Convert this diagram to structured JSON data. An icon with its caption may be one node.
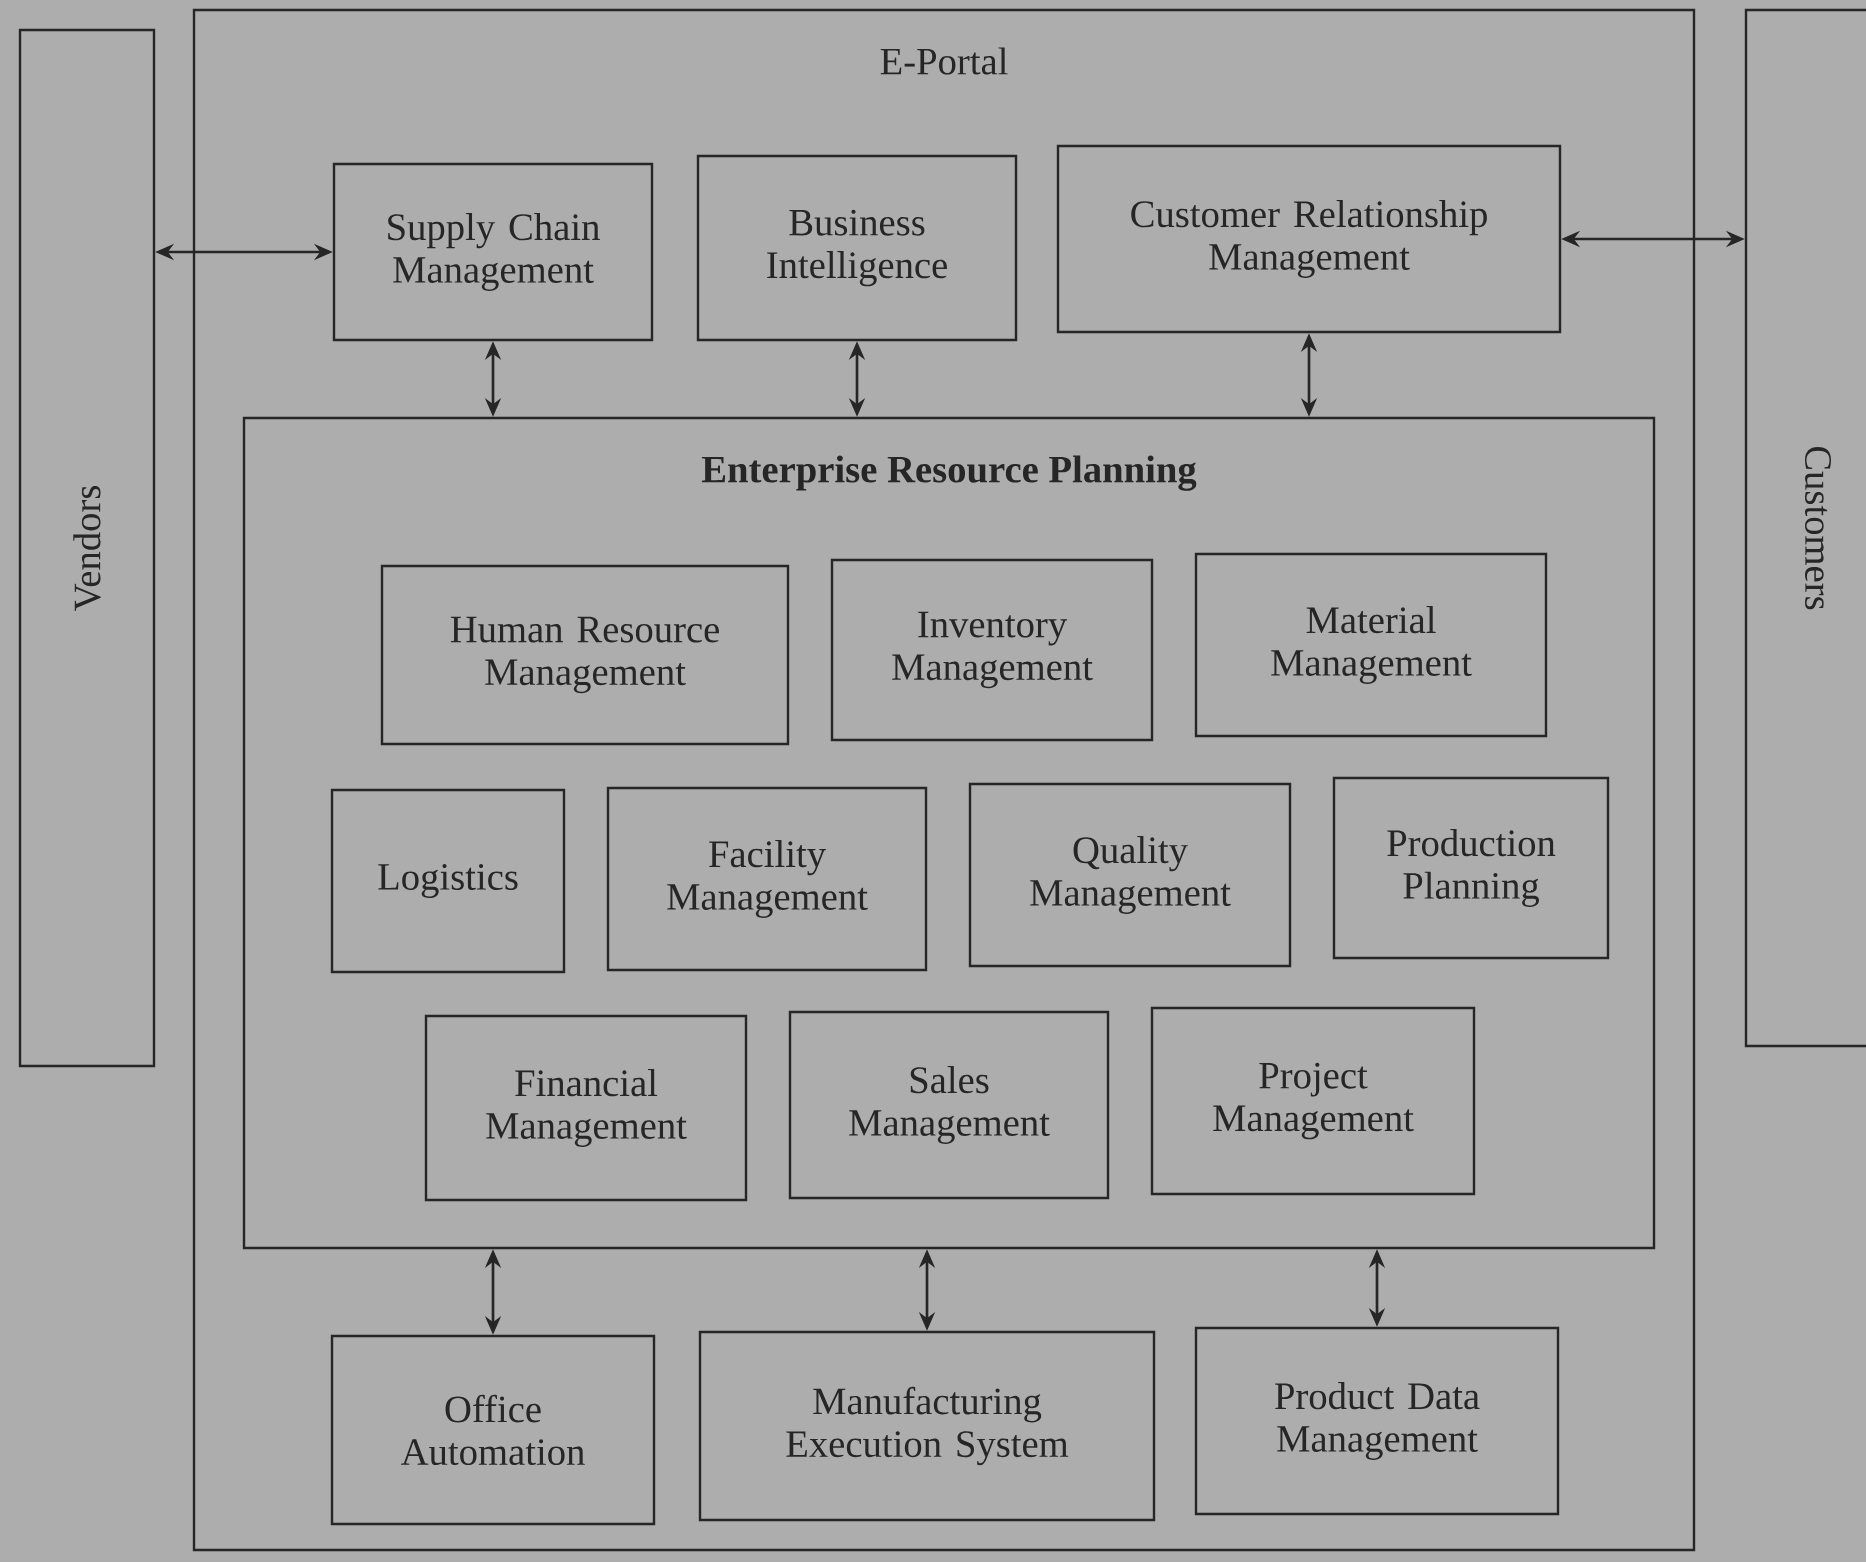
{
  "diagram": {
    "nodes": [
      {
        "text": [
          "Vendors"
        ]
      },
      {
        "text": [
          "E-Portal"
        ]
      },
      {
        "text": [
          "Supply Chain Management"
        ],
        "in": 1
      },
      {
        "text": [
          "Business Intelligence"
        ],
        "in": 1
      },
      {
        "text": [
          "Customer Relationship Management"
        ],
        "in": 1
      },
      {
        "text": [
          "Enterprise Resource Planning"
        ],
        "in": 1
      },
      {
        "text": [
          "Human Resource Management"
        ],
        "in": 5
      },
      {
        "text": [
          "Inventory Management"
        ],
        "in": 5
      },
      {
        "text": [
          "Material Management"
        ],
        "in": 5
      },
      {
        "text": [
          "Logistics"
        ],
        "in": 5
      },
      {
        "text": [
          "Facility Management"
        ],
        "in": 5
      },
      {
        "text": [
          "Quality Management"
        ],
        "in": 5
      },
      {
        "text": [
          "Production Planning"
        ],
        "in": 5
      },
      {
        "text": [
          "Financial Management"
        ],
        "in": 5
      },
      {
        "text": [
          "Sales Management"
        ],
        "in": 5
      },
      {
        "text": [
          "Project Management"
        ],
        "in": 5
      },
      {
        "text": [
          "Office Automation"
        ],
        "in": 1
      },
      {
        "text": [
          "Manufacturing Execution System"
        ],
        "in": 1
      },
      {
        "text": [
          "Product Data Management"
        ],
        "in": 1
      },
      {
        "text": [
          "Customers"
        ]
      }
    ],
    "edges": [
      {
        "from": 0,
        "to": 2,
        "arrow": "both"
      },
      {
        "from": 4,
        "to": 19,
        "arrow": "both"
      },
      {
        "from": 2,
        "to": 5,
        "arrow": "both"
      },
      {
        "from": 3,
        "to": 5,
        "arrow": "both"
      },
      {
        "from": 4,
        "to": 5,
        "arrow": "both"
      },
      {
        "from": 5,
        "to": 16,
        "arrow": "both"
      },
      {
        "from": 5,
        "to": 17,
        "arrow": "both"
      },
      {
        "from": 5,
        "to": 18,
        "arrow": "both"
      }
    ]
  }
}
